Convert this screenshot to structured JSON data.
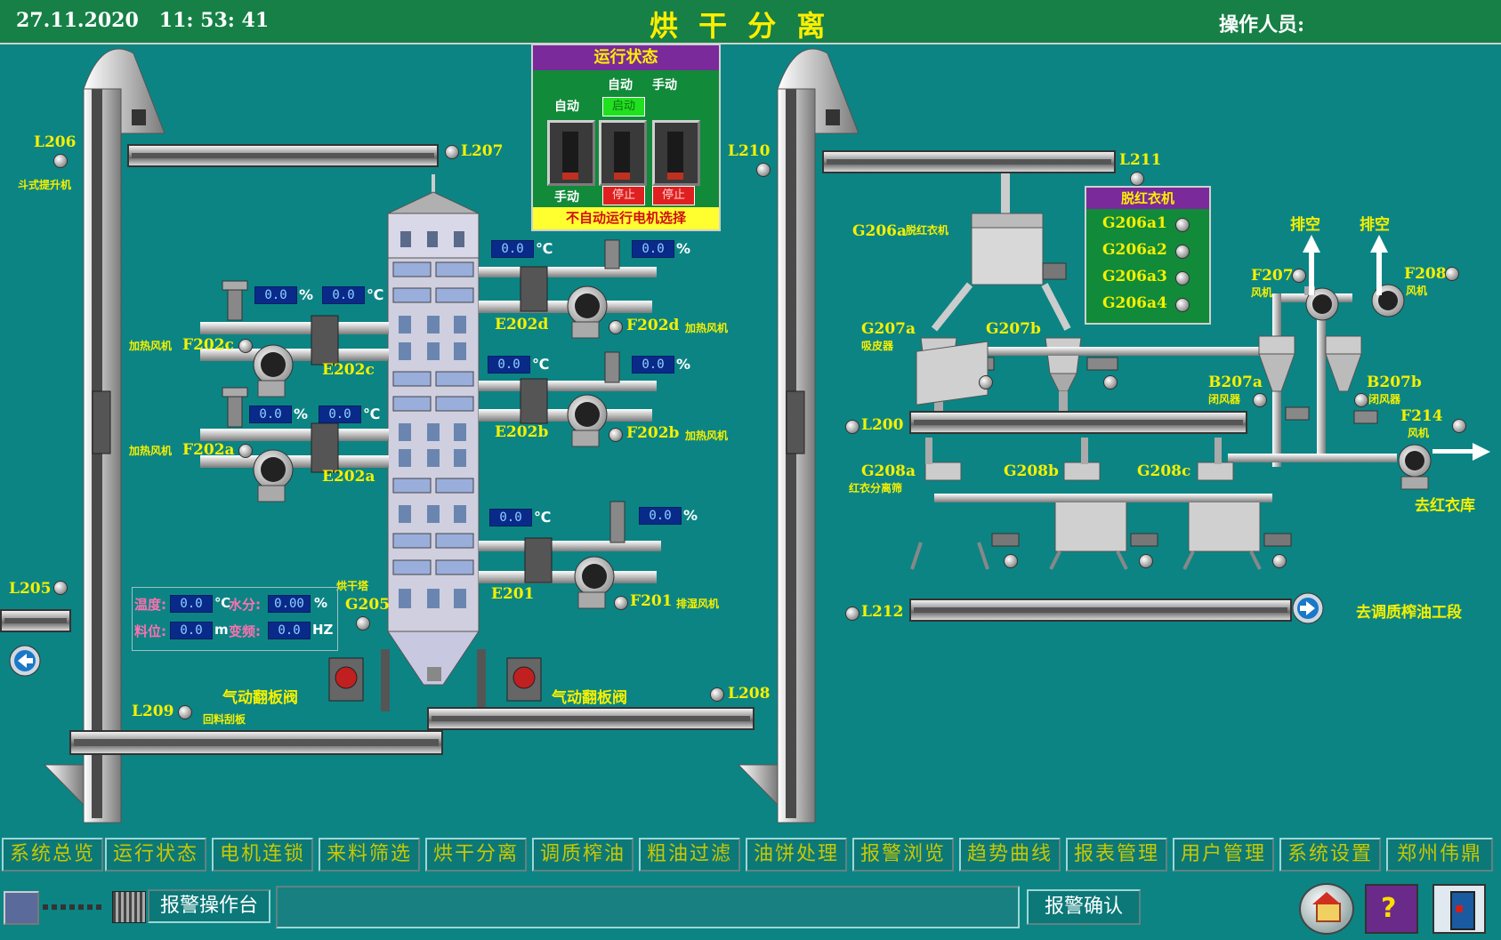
{
  "header": {
    "datetime": "27.11.2020   11: 53: 41",
    "title": "烘 干 分 离",
    "operator_label": "操作人员:"
  },
  "run_status": {
    "title": "运行状态",
    "col_auto": "自动",
    "col_manual": "手动",
    "row_auto": "自动",
    "row_manual": "手动",
    "start_btn": "启动",
    "stop_btn1": "停止",
    "stop_btn2": "停止",
    "footer": "不自动运行电机选择"
  },
  "dehuller_panel": {
    "title": "脱红衣机",
    "items": [
      "G206a1",
      "G206a2",
      "G206a3",
      "G206a4"
    ]
  },
  "labels": {
    "L206": "L206",
    "bucket_elevator": "斗式提升机",
    "L207": "L207",
    "L210": "L210",
    "L211": "L211",
    "G206a": "G206a",
    "G206a_desc": "脱红衣机",
    "F202c": "F202c",
    "F202c_desc": "加热风机",
    "E202c": "E202c",
    "F202a": "F202a",
    "F202a_desc": "加热风机",
    "E202a": "E202a",
    "E202d": "E202d",
    "F202d": "F202d",
    "F202d_desc": "加热风机",
    "E202b": "E202b",
    "F202b": "F202b",
    "F202b_desc": "加热风机",
    "E201": "E201",
    "F201": "F201",
    "F201_desc": "排湿风机",
    "dryer_tower": "烘干塔",
    "G205": "G205",
    "L205": "L205",
    "L209": "L209",
    "return_scraper": "回料刮板",
    "pneumatic_valve_left": "气动翻板阀",
    "pneumatic_valve_right": "气动翻板阀",
    "L208": "L208",
    "G207a": "G207a",
    "G207a_desc": "吸皮器",
    "G207b": "G207b",
    "vent1": "排空",
    "vent2": "排空",
    "F207": "F207",
    "F207_desc": "风机",
    "F208": "F208",
    "F208_desc": "风机",
    "B207a": "B207a",
    "B207a_desc": "闭风器",
    "B207b": "B207b",
    "B207b_desc": "闭风器",
    "F214": "F214",
    "F214_desc": "风机",
    "to_red_skin": "去红衣库",
    "L200": "L200",
    "G208a": "G208a",
    "G208a_desc": "红衣分离筛",
    "G208b": "G208b",
    "G208c": "G208c",
    "L212": "L212",
    "to_conditioning": "去调质榨油工段"
  },
  "readings": {
    "t_E202d": "0.0",
    "p_E202d": "0.0",
    "t_E202b": "0.0",
    "p_E202b": "0.0",
    "t_E201": "0.0",
    "p_E201": "0.0",
    "p_F202c": "0.0",
    "t_F202c": "0.0",
    "p_F202a": "0.0",
    "t_F202a": "0.0",
    "unit_c": "℃",
    "unit_pct": "%"
  },
  "summary": {
    "temp_label": "温度:",
    "temp_value": "0.0",
    "temp_unit": "℃",
    "moisture_label": "水分:",
    "moisture_value": "0.00",
    "moisture_unit": "%",
    "level_label": "料位:",
    "level_value": "0.0",
    "level_unit": "m",
    "freq_label": "变频:",
    "freq_value": "0.0",
    "freq_unit": "HZ"
  },
  "nav": [
    "系统总览",
    "运行状态",
    "电机连锁",
    "来料筛选",
    "烘干分离",
    "调质榨油",
    "粗油过滤",
    "油饼处理",
    "报警浏览",
    "趋势曲线",
    "报表管理",
    "用户管理",
    "系统设置",
    "郑州伟鼎"
  ],
  "bottom": {
    "alarm_console": "报警操作台",
    "alarm_message": "",
    "alarm_confirm": "报警确认"
  },
  "colors": {
    "background": "#0c8484",
    "header": "#168046",
    "label": "#f5f000",
    "value_bg": "#0a2a8a"
  }
}
